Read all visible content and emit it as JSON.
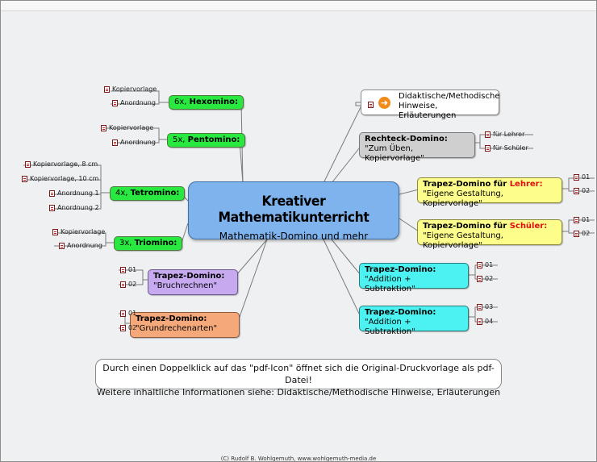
{
  "center": {
    "title": "Kreativer Mathematikunterricht",
    "subtitle": "Mathematik-Domino und mehr"
  },
  "left": {
    "hexomino": {
      "count": "6x, ",
      "name": "Hexomino:",
      "leaves": [
        "Kopiervorlage",
        "Anordnung"
      ]
    },
    "pentomino": {
      "count": "5x, ",
      "name": "Pentomino:",
      "leaves": [
        "Kopiervorlage",
        "Anordnung"
      ]
    },
    "tetromino": {
      "count": "4x, ",
      "name": "Tetromino:",
      "leaves": [
        "Kopiervorlage, 8 cm",
        "Kopiervorlage, 10 cm",
        "Anordnung 1",
        "Anordnung 2"
      ]
    },
    "triomino": {
      "count": "3x, ",
      "name": "Triomino:",
      "leaves": [
        "Kopiervorlage",
        "Anordnung"
      ]
    },
    "bruch": {
      "title": "Trapez-Domino:",
      "sub": "\"Bruchrechnen\"",
      "leaves": [
        "01",
        "02"
      ]
    },
    "grund": {
      "title": "Trapez-Domino:",
      "sub": "\"Grundrechenarten\"",
      "leaves": [
        "01",
        "02"
      ]
    }
  },
  "right": {
    "didaktik": {
      "line1": "Didaktische/Methodische",
      "line2": "Hinweise, Erläuterungen",
      "arrow": "➜"
    },
    "rechteck": {
      "title": "Rechteck-Domino:",
      "sub": "\"Zum Üben, Kopiervorlage\"",
      "leaves": [
        "für Lehrer",
        "für Schüler"
      ]
    },
    "lehrer": {
      "title": "Trapez-Domino für ",
      "who": "Lehrer:",
      "sub": "\"Eigene Gestaltung, Kopiervorlage\"",
      "leaves": [
        "01",
        "02"
      ]
    },
    "schueler": {
      "title": "Trapez-Domino für ",
      "who": "Schüler:",
      "sub": "\"Eigene Gestaltung, Kopiervorlage\"",
      "leaves": [
        "01",
        "02"
      ]
    },
    "addsub1": {
      "title": "Trapez-Domino:",
      "sub": "\"Addition + Subtraktion\"",
      "leaves": [
        "01",
        "02"
      ]
    },
    "addsub2": {
      "title": "Trapez-Domino:",
      "sub": "\"Addition + Subtraktion\"",
      "leaves": [
        "03",
        "04"
      ]
    }
  },
  "note": {
    "line1": "Durch einen Doppelklick auf das \"pdf-Icon\" öffnet sich die Original-Druckvorlage als pdf-Datei!",
    "line2": "Weitere inhaltliche Informationen siehe: Didaktische/Methodische Hinweise, Erläuterungen"
  },
  "footer": "(C) Rudolf B. Wohlgemuth, www.wohlgemuth-media.de",
  "colors": {
    "center": "#7fb3ee",
    "green": "#29e840",
    "yellow": "#fdfd8c",
    "cyan": "#4cf2f2",
    "purple": "#c7a9f0",
    "orange": "#f5a97a",
    "grey": "#cfcfcf",
    "red_text": "#e01010"
  }
}
